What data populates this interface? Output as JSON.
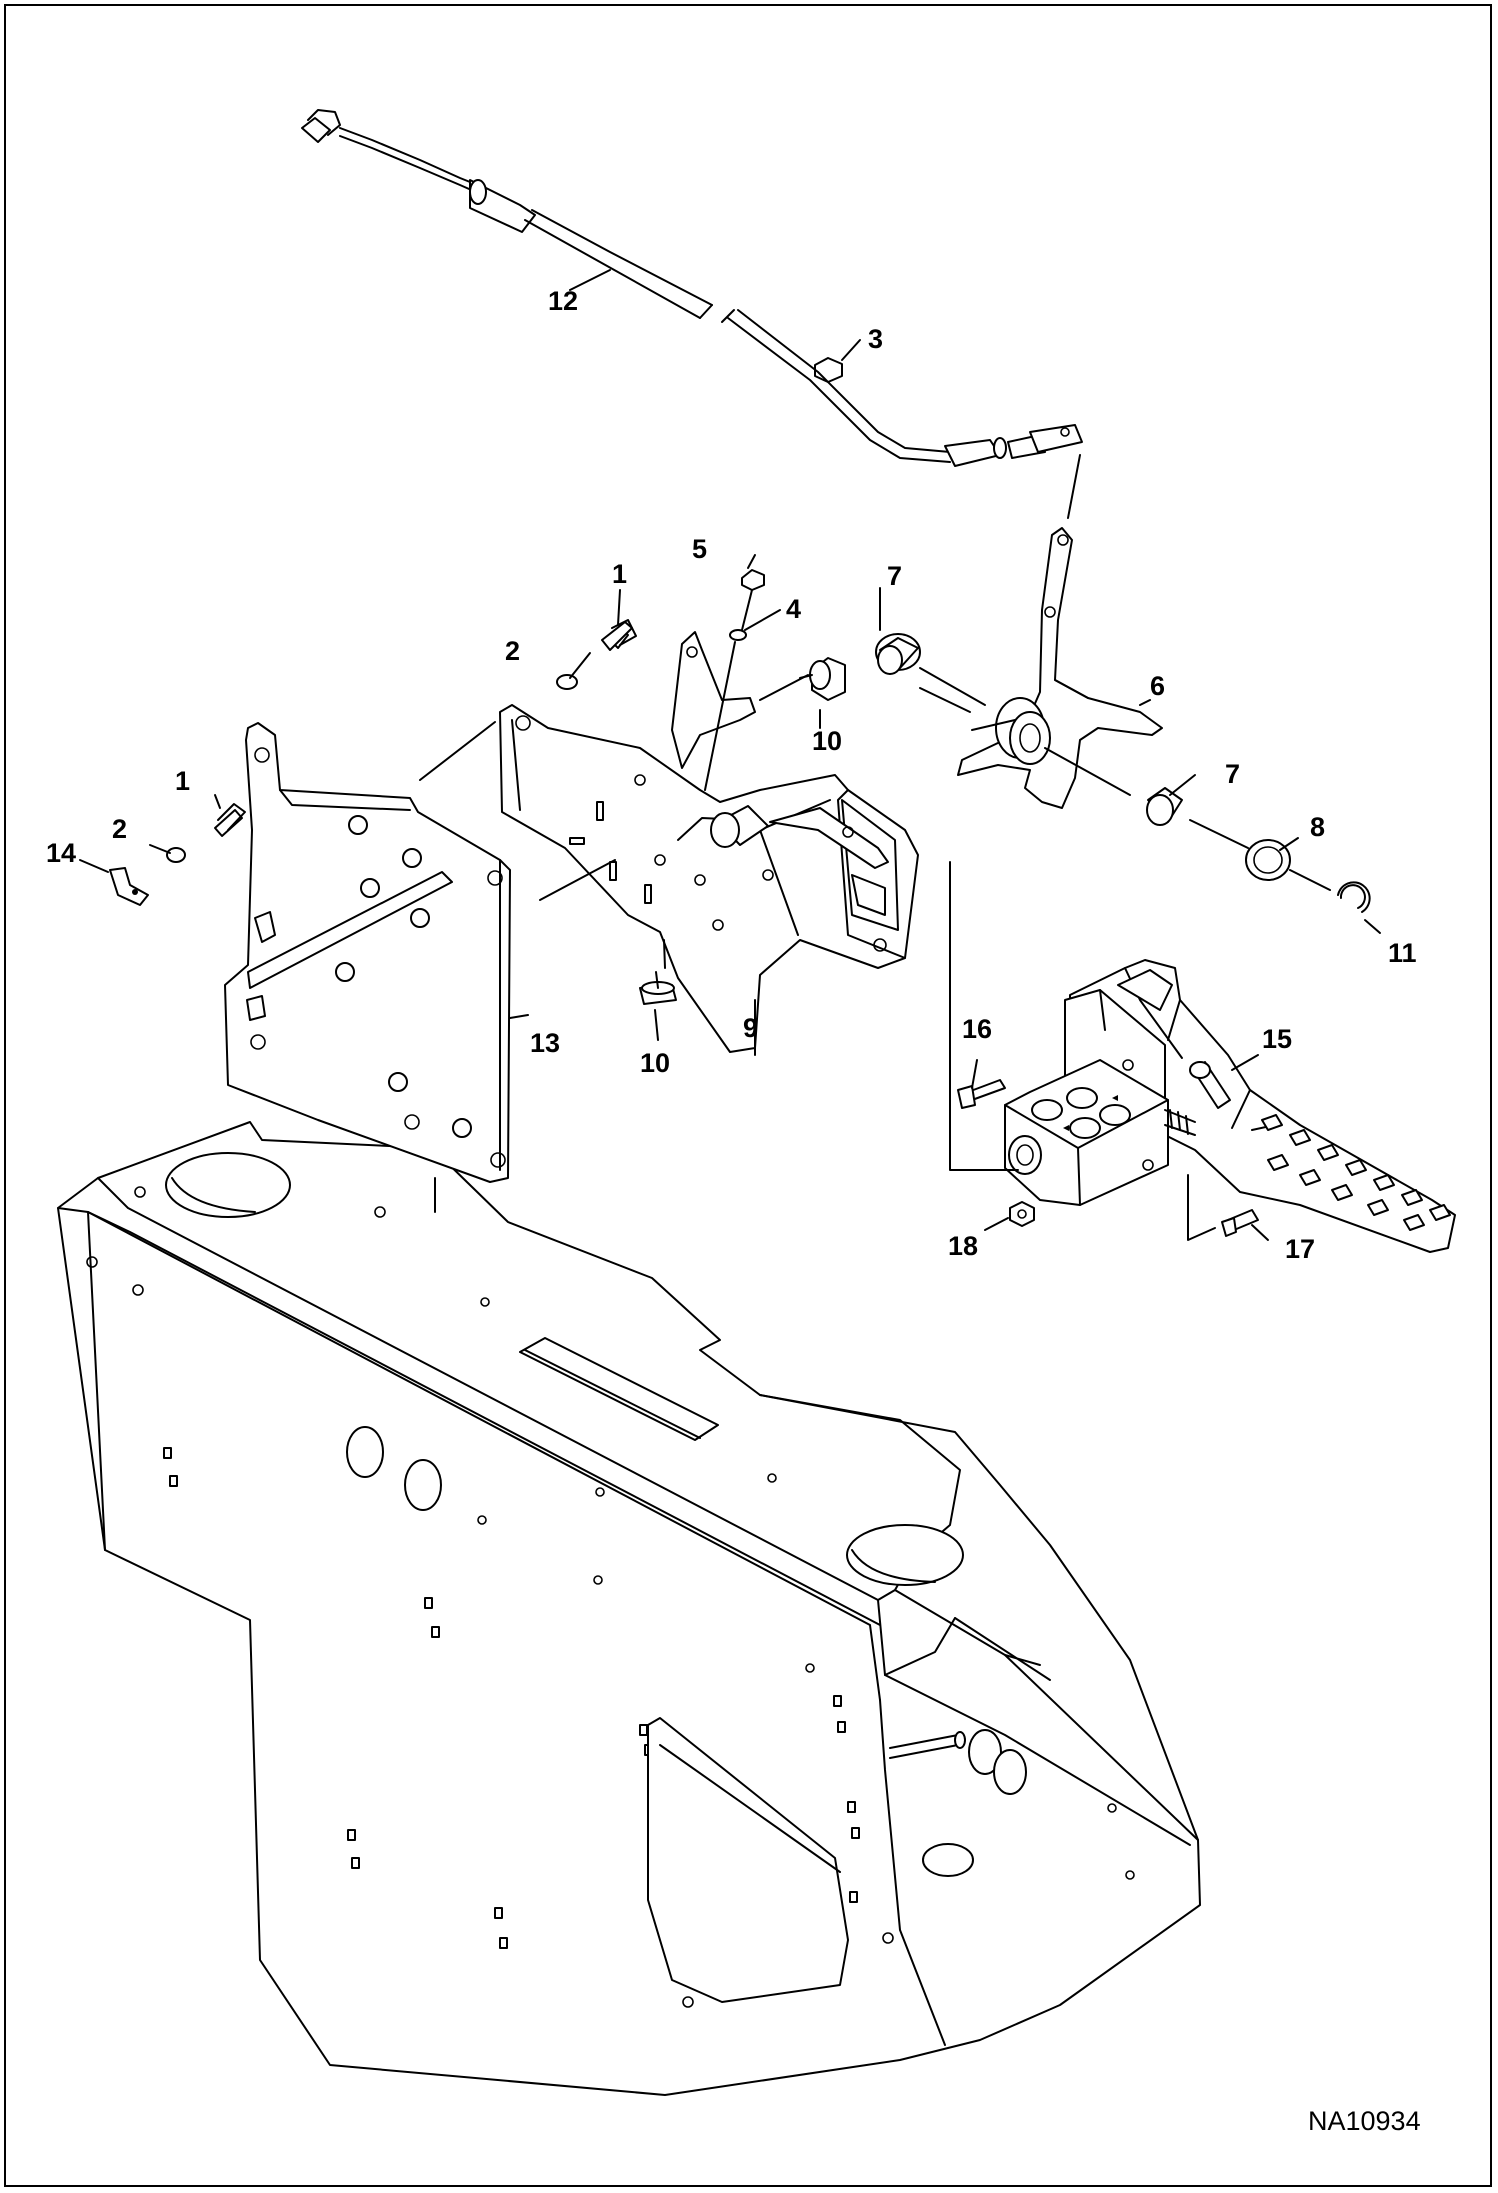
{
  "drawing_number": "NA10934",
  "callouts": [
    {
      "id": "c1a",
      "text": "1"
    },
    {
      "id": "c1b",
      "text": "1"
    },
    {
      "id": "c2a",
      "text": "2"
    },
    {
      "id": "c2b",
      "text": "2"
    },
    {
      "id": "c3",
      "text": "3"
    },
    {
      "id": "c4",
      "text": "4"
    },
    {
      "id": "c5",
      "text": "5"
    },
    {
      "id": "c6",
      "text": "6"
    },
    {
      "id": "c7a",
      "text": "7"
    },
    {
      "id": "c7b",
      "text": "7"
    },
    {
      "id": "c8",
      "text": "8"
    },
    {
      "id": "c9",
      "text": "9"
    },
    {
      "id": "c10a",
      "text": "10"
    },
    {
      "id": "c10b",
      "text": "10"
    },
    {
      "id": "c11",
      "text": "11"
    },
    {
      "id": "c12",
      "text": "12"
    },
    {
      "id": "c13",
      "text": "13"
    },
    {
      "id": "c14",
      "text": "14"
    },
    {
      "id": "c15",
      "text": "15"
    },
    {
      "id": "c16",
      "text": "16"
    },
    {
      "id": "c17",
      "text": "17"
    },
    {
      "id": "c18",
      "text": "18"
    }
  ]
}
